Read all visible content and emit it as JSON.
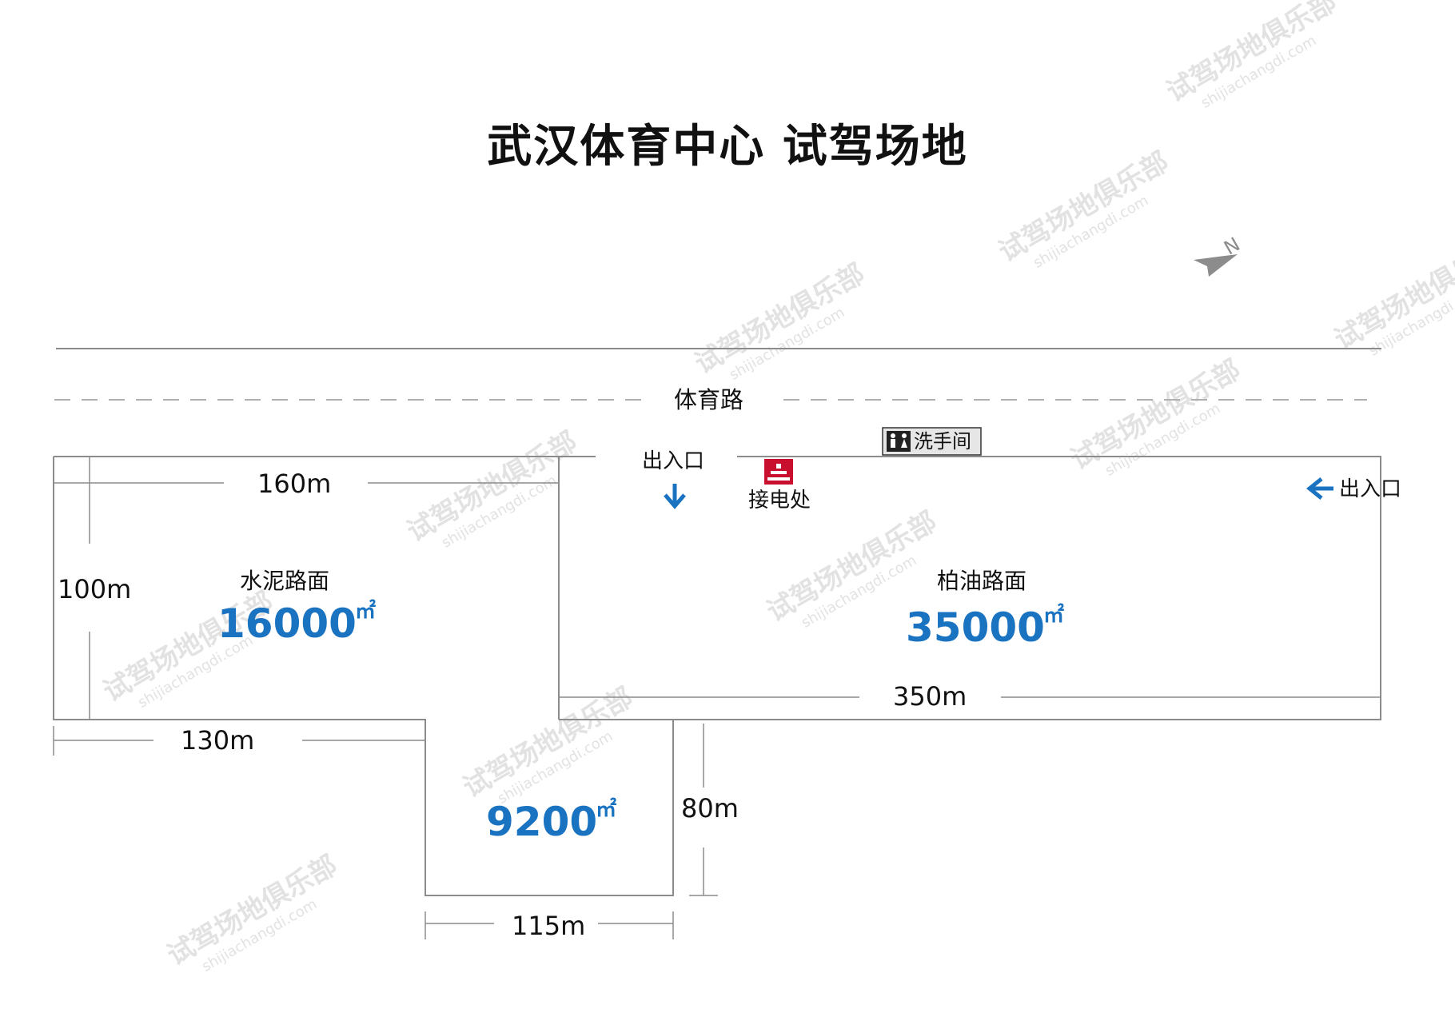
{
  "title": "武汉体育中心 试驾场地",
  "road": {
    "name": "体育路"
  },
  "restroom": {
    "label": "洗手间"
  },
  "power": {
    "label": "接电处"
  },
  "entrances": [
    {
      "label": "出入口",
      "direction": "down"
    },
    {
      "label": "出入口",
      "direction": "left"
    }
  ],
  "zones": [
    {
      "surface": "水泥路面",
      "area": "16000",
      "unit": "㎡"
    },
    {
      "surface": "柏油路面",
      "area": "35000",
      "unit": "㎡"
    },
    {
      "surface": "",
      "area": "9200",
      "unit": "㎡"
    }
  ],
  "dimensions": {
    "west_width": "160m",
    "west_depth": "100m",
    "south_offset": "130m",
    "east_width": "350m",
    "south_depth": "80m",
    "south_width": "115m"
  },
  "compass": {
    "label": "N"
  },
  "watermark": {
    "text": "试驾场地俱乐部",
    "sub": "shijiachangdi.com"
  },
  "colors": {
    "accent": "#1a73c0",
    "power": "#c8102e",
    "line": "#8c8c8c"
  }
}
